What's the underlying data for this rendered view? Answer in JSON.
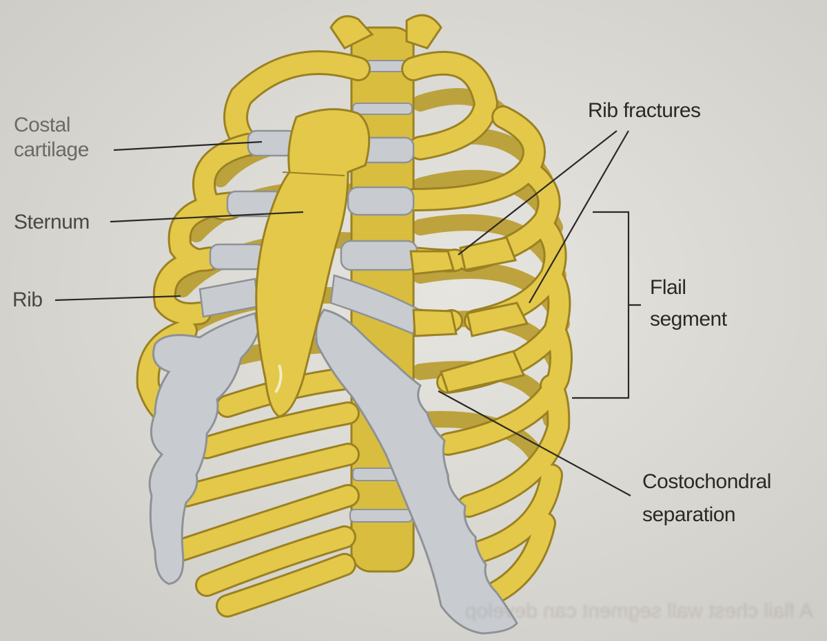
{
  "labels": {
    "costal_cartilage_line1": "Costal",
    "costal_cartilage_line2": "cartilage",
    "sternum": "Sternum",
    "rib": "Rib",
    "rib_fractures": "Rib fractures",
    "flail_line1": "Flail",
    "flail_line2": "segment",
    "costochondral_line1": "Costochondral",
    "costochondral_line2": "separation"
  },
  "caption_bleed": "A flail chest wall segment can develop",
  "colors": {
    "background": "#dcdbd6",
    "bone": "#e3c84a",
    "bone_outline": "#9a8122",
    "cartilage": "#c8ccd0",
    "cartilage_outline": "#8d9296",
    "leader_line": "#2b2826"
  }
}
